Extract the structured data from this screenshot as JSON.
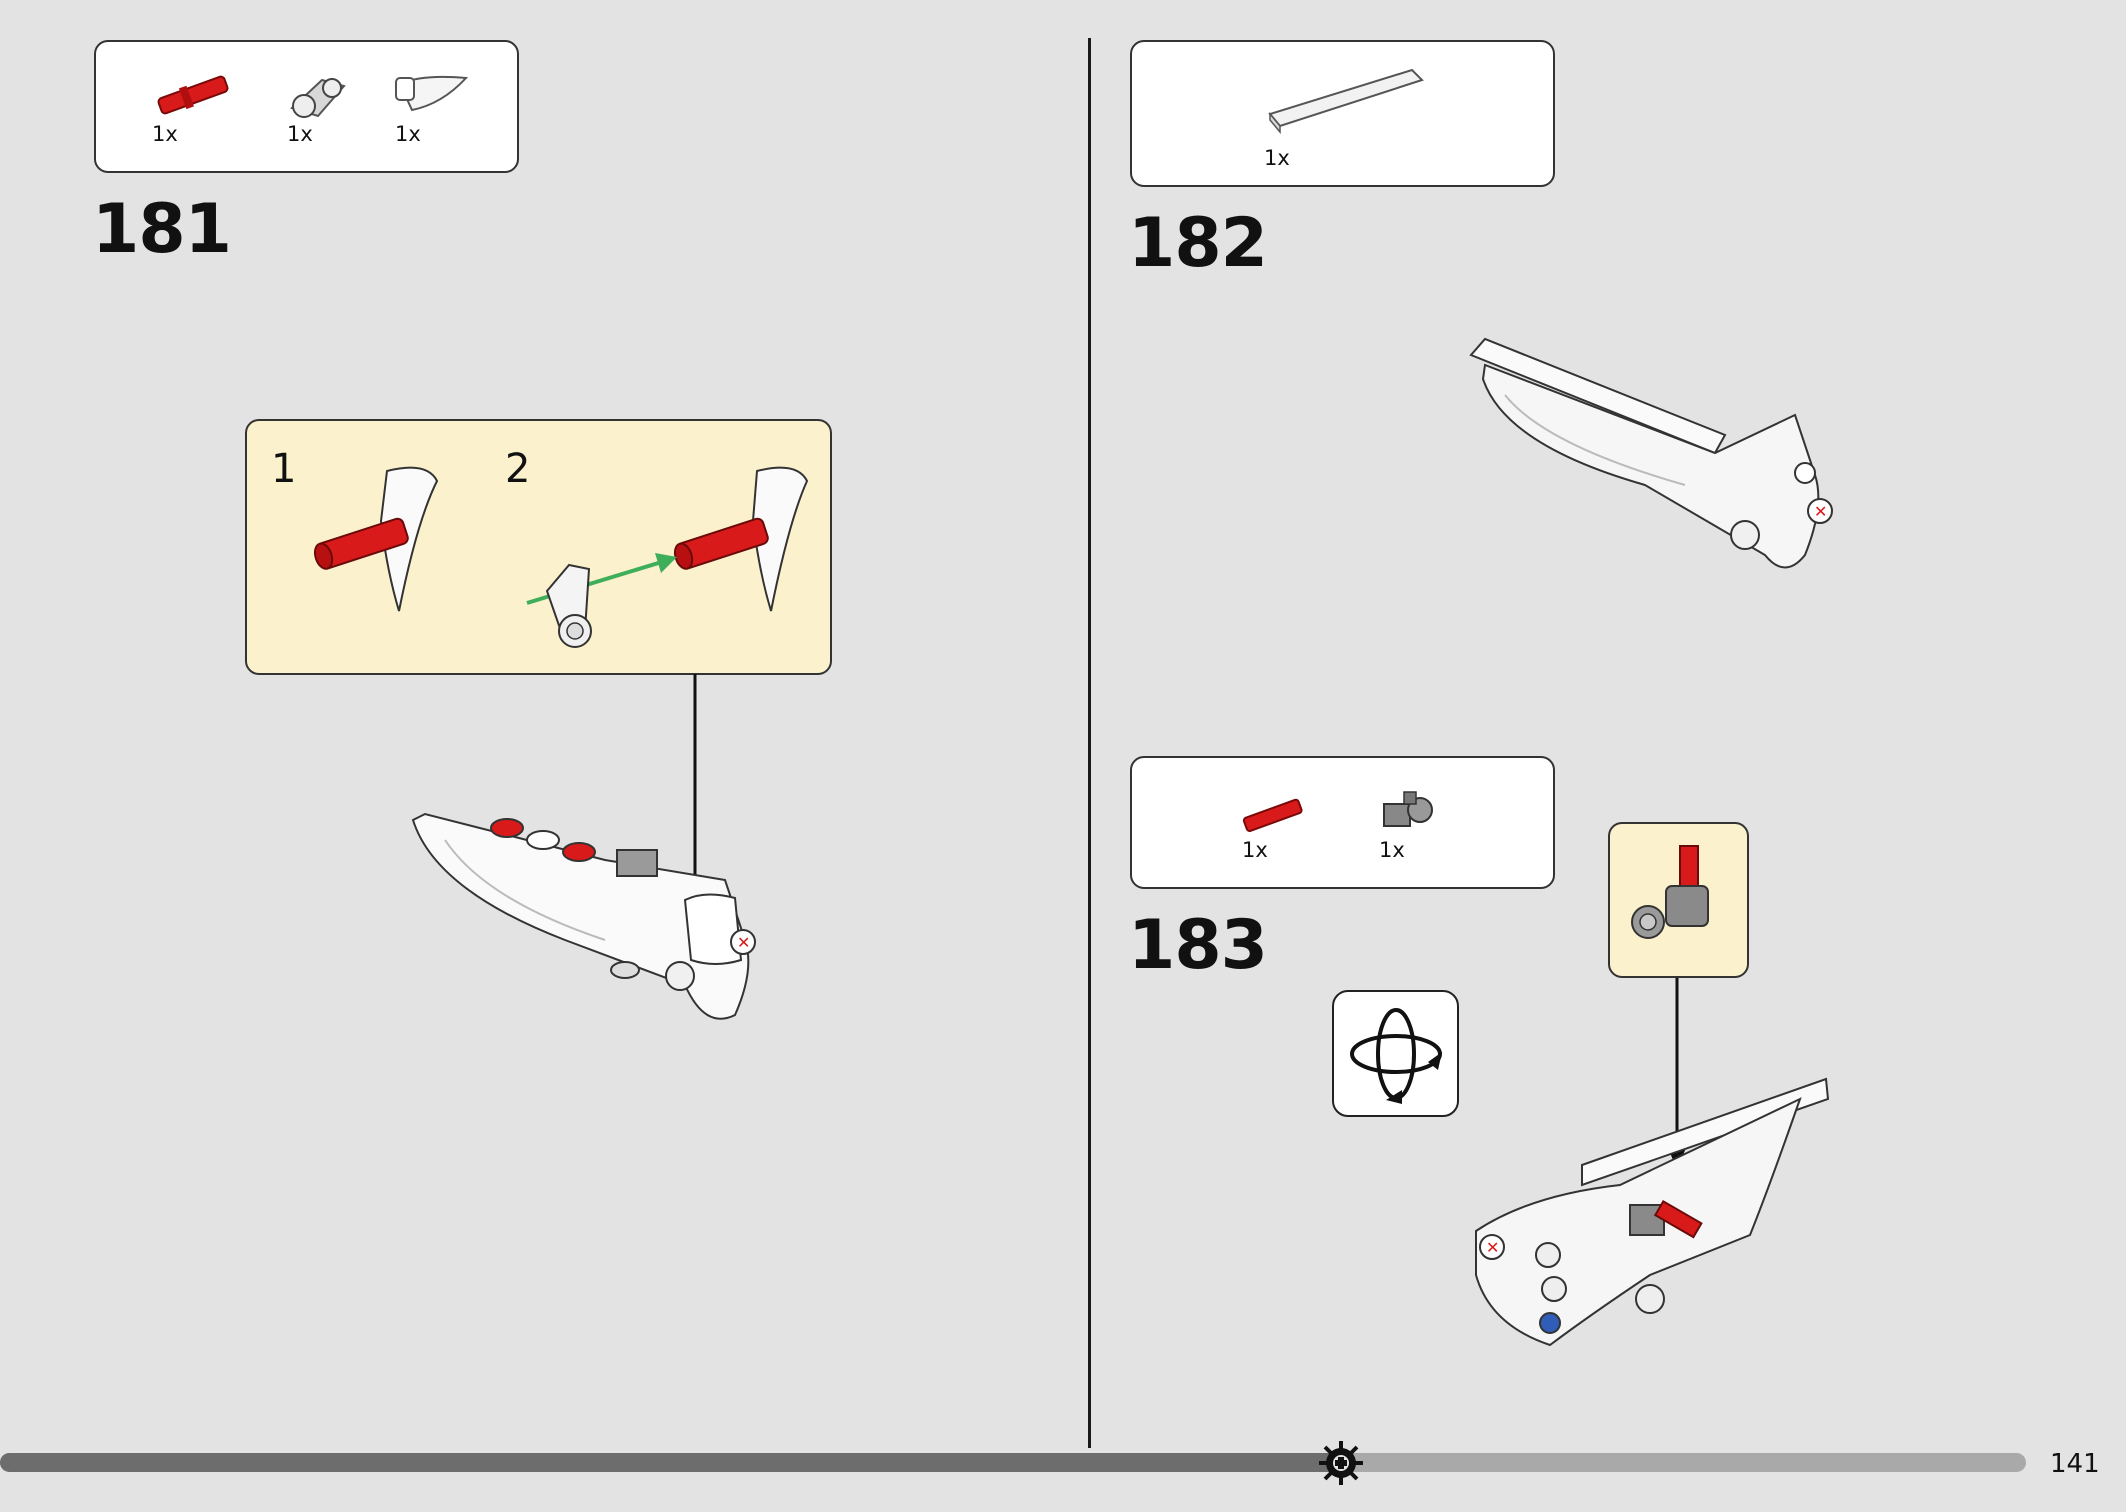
{
  "page_number": "141",
  "progress_fraction": 0.66,
  "steps": [
    {
      "number": "181",
      "parts": [
        "1x",
        "1x",
        "1x"
      ],
      "substeps": [
        "1",
        "2"
      ]
    },
    {
      "number": "182",
      "parts": [
        "1x"
      ]
    },
    {
      "number": "183",
      "parts": [
        "1x",
        "1x"
      ]
    }
  ],
  "icons": {
    "rotate": "rotate-model-icon",
    "progress_marker": "gear-marker-icon"
  },
  "colors": {
    "background": "#e3e3e3",
    "callout": "#fbf1cc",
    "red_part": "#d81a1a",
    "green_arrow": "#3fae5a"
  }
}
